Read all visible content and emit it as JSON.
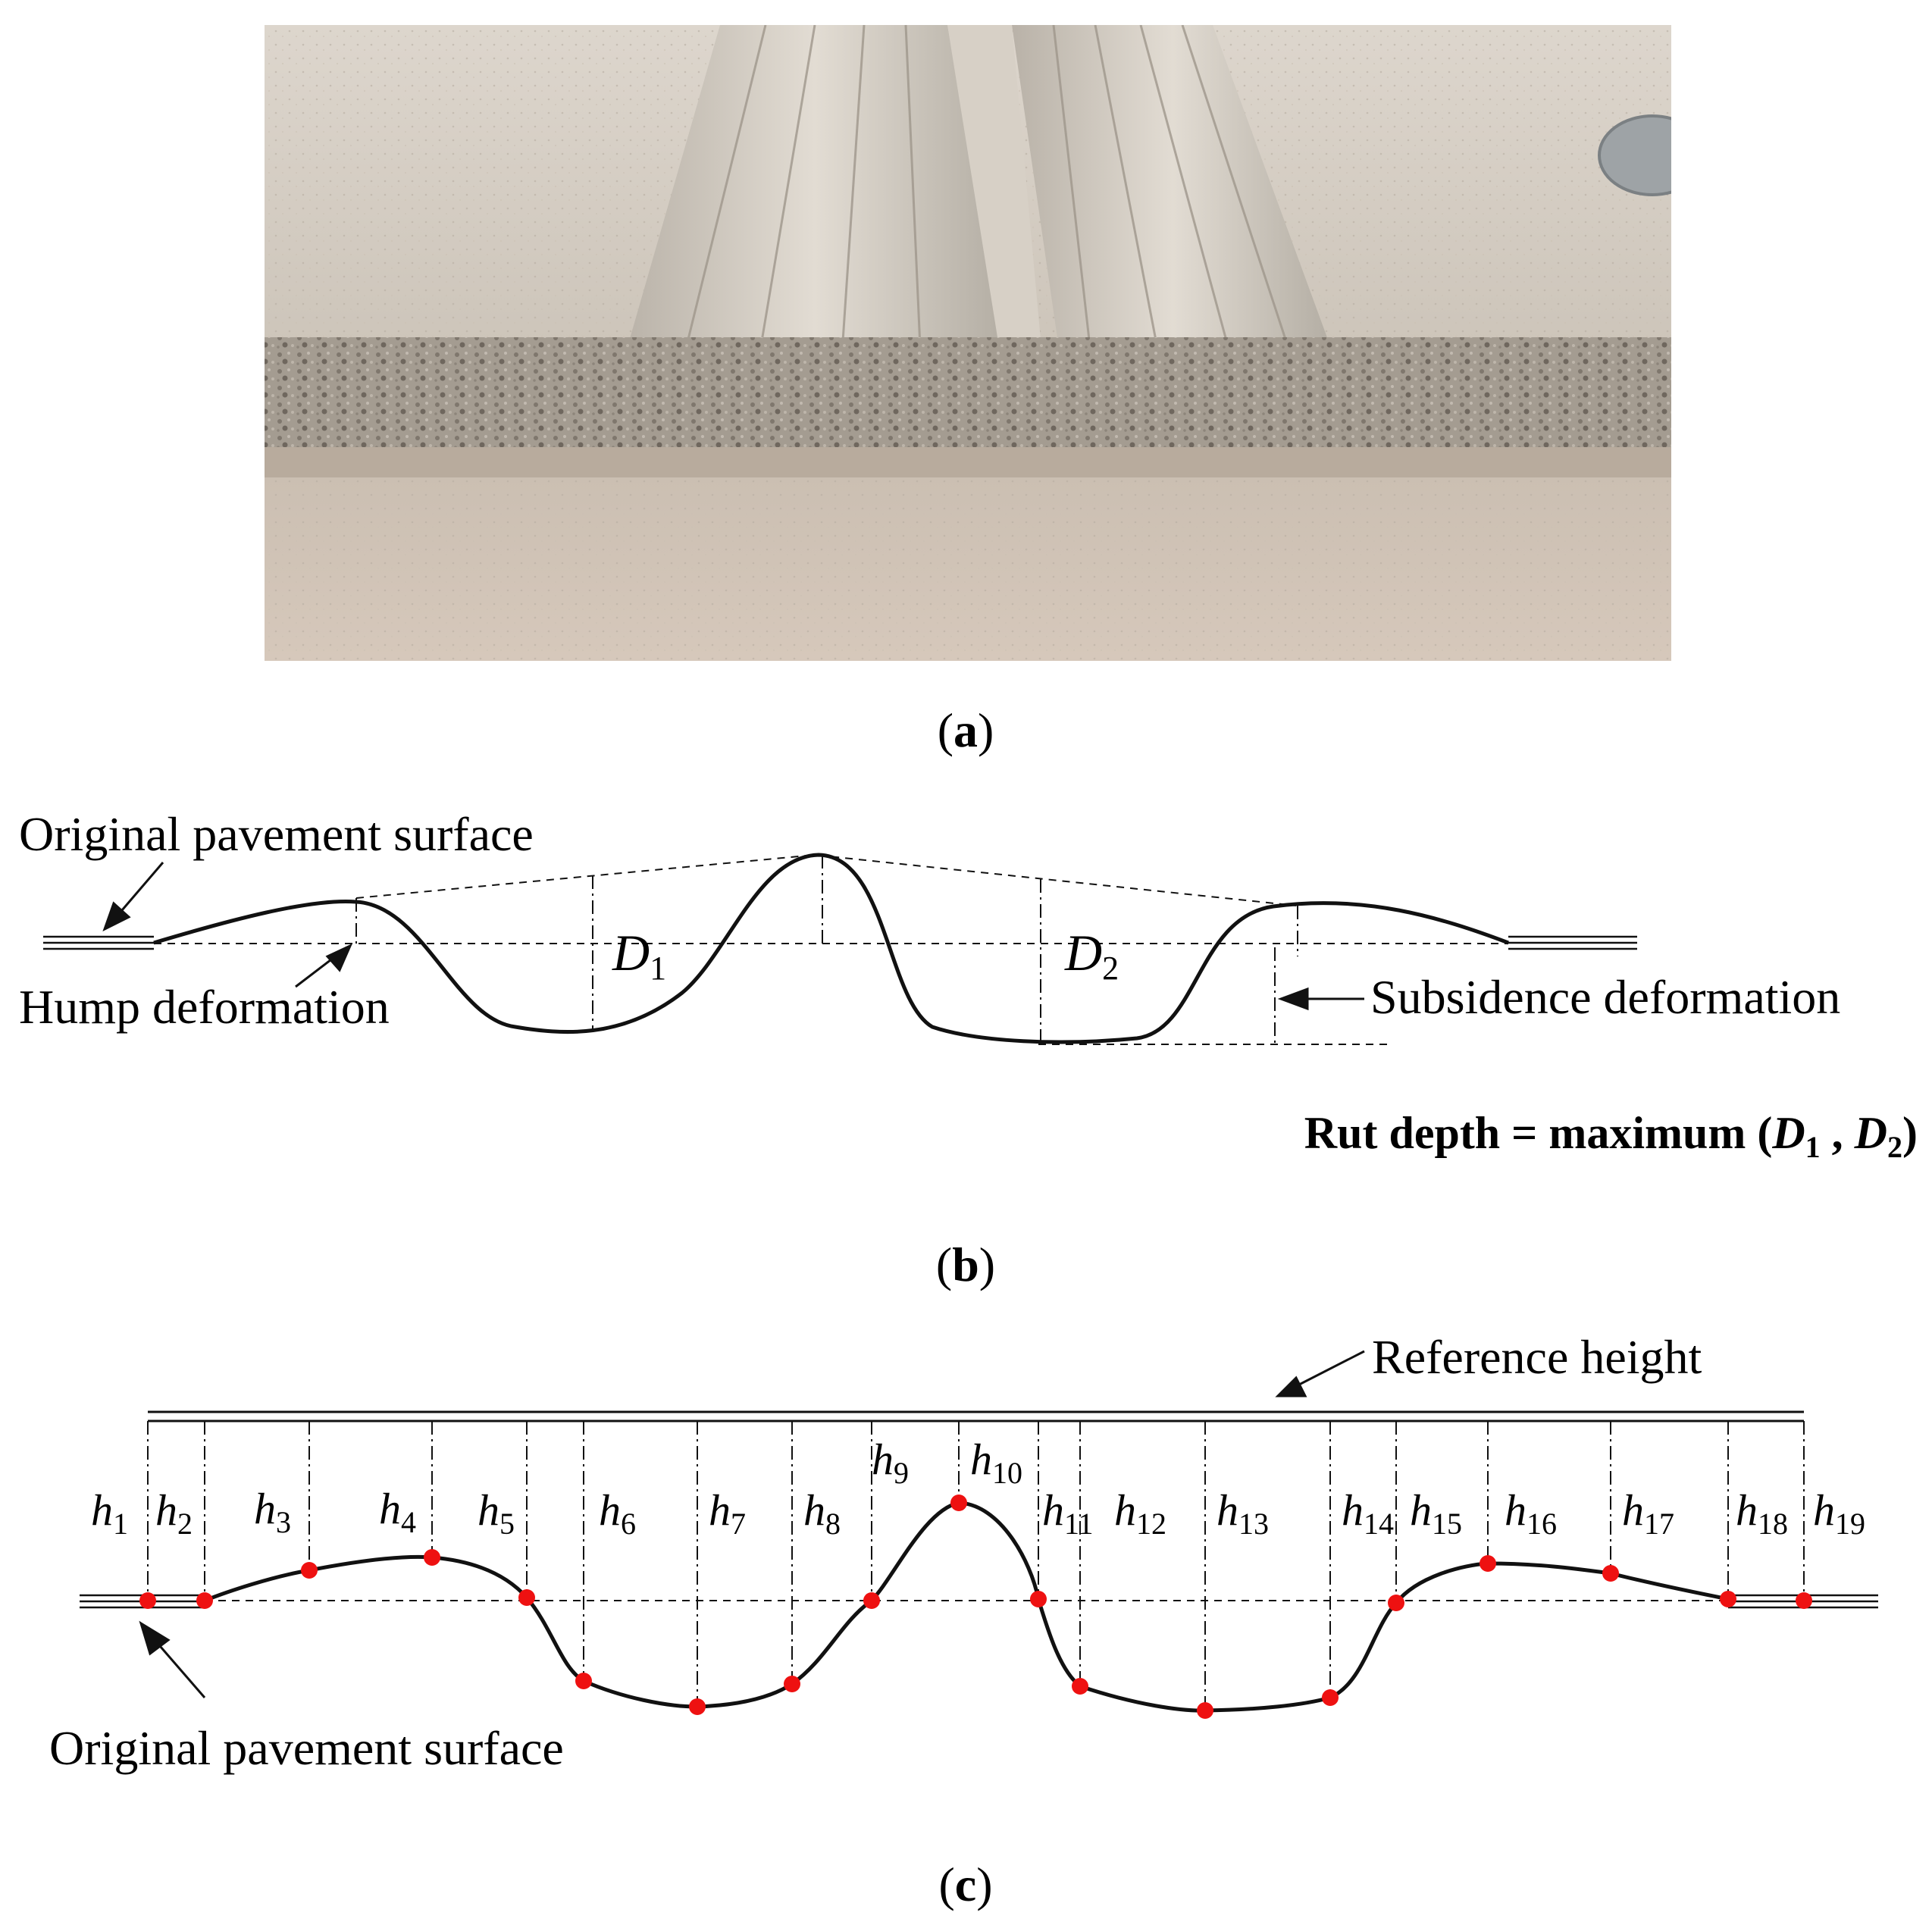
{
  "panels": {
    "a": {
      "label_open": "(",
      "label_letter": "a",
      "label_close": ")"
    },
    "b": {
      "label_open": "(",
      "label_letter": "b",
      "label_close": ")",
      "original_surface": "Original pavement surface",
      "hump": "Hump deformation",
      "subsidence": "Subsidence deformation",
      "d1_letter": "D",
      "d1_sub": "1",
      "d2_letter": "D",
      "d2_sub": "2",
      "rut_prefix": "Rut depth = maximum (",
      "rut_d1_letter": "D",
      "rut_d1_sub": "1",
      "rut_sep": " , ",
      "rut_d2_letter": "D",
      "rut_d2_sub": "2",
      "rut_suffix": ")"
    },
    "c": {
      "label_open": "(",
      "label_letter": "c",
      "label_close": ")",
      "reference": "Reference height",
      "original_surface": "Original pavement surface",
      "h_letter": "h",
      "h_subs": [
        "1",
        "2",
        "3",
        "4",
        "5",
        "6",
        "7",
        "8",
        "9",
        "10",
        "11",
        "12",
        "13",
        "14",
        "15",
        "16",
        "17",
        "18",
        "19"
      ]
    }
  },
  "colors": {
    "point": "#ee1111",
    "line": "#111111"
  }
}
